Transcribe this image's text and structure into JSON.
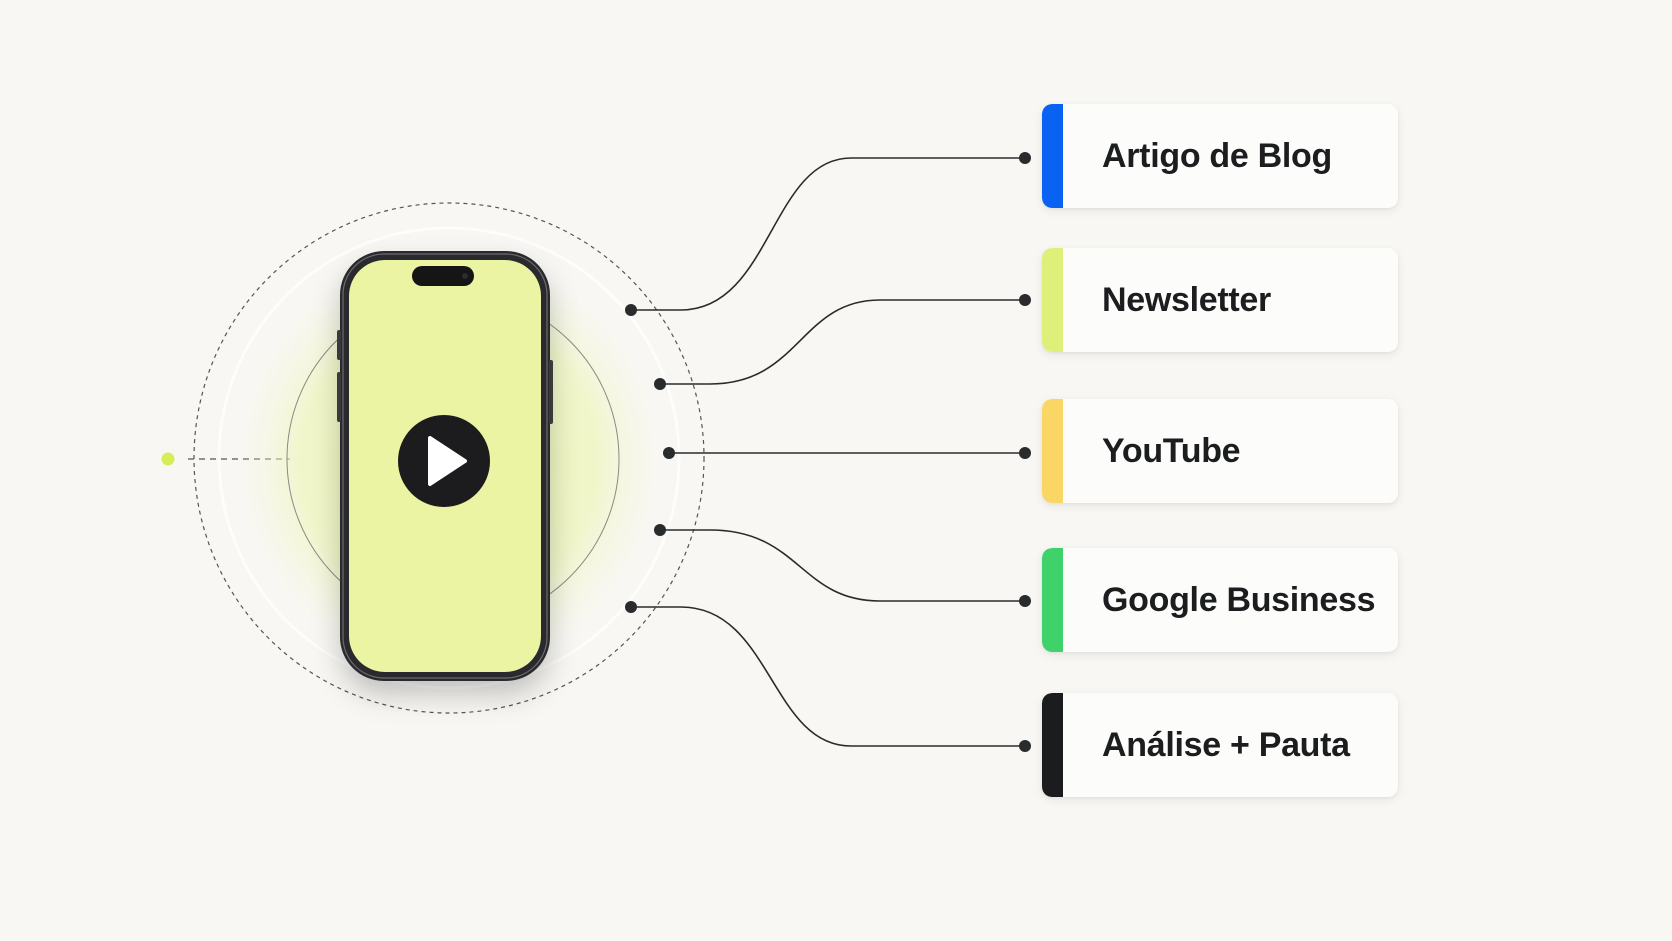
{
  "colors": {
    "background": "#f8f7f3",
    "screen": "#eaf4a2",
    "glow": "#e9f4a8",
    "connector": "#2a2b2d",
    "source_dot": "#d8ec5a"
  },
  "phone": {
    "center_icon": "play-icon"
  },
  "outputs": [
    {
      "label": "Artigo de Blog",
      "accent": "#0a62f2"
    },
    {
      "label": "Newsletter",
      "accent": "#dff07a"
    },
    {
      "label": "YouTube",
      "accent": "#fad765"
    },
    {
      "label": "Google Business",
      "accent": "#3fd26a"
    },
    {
      "label": "Análise + Pauta",
      "accent": "#1b1c1e"
    }
  ]
}
